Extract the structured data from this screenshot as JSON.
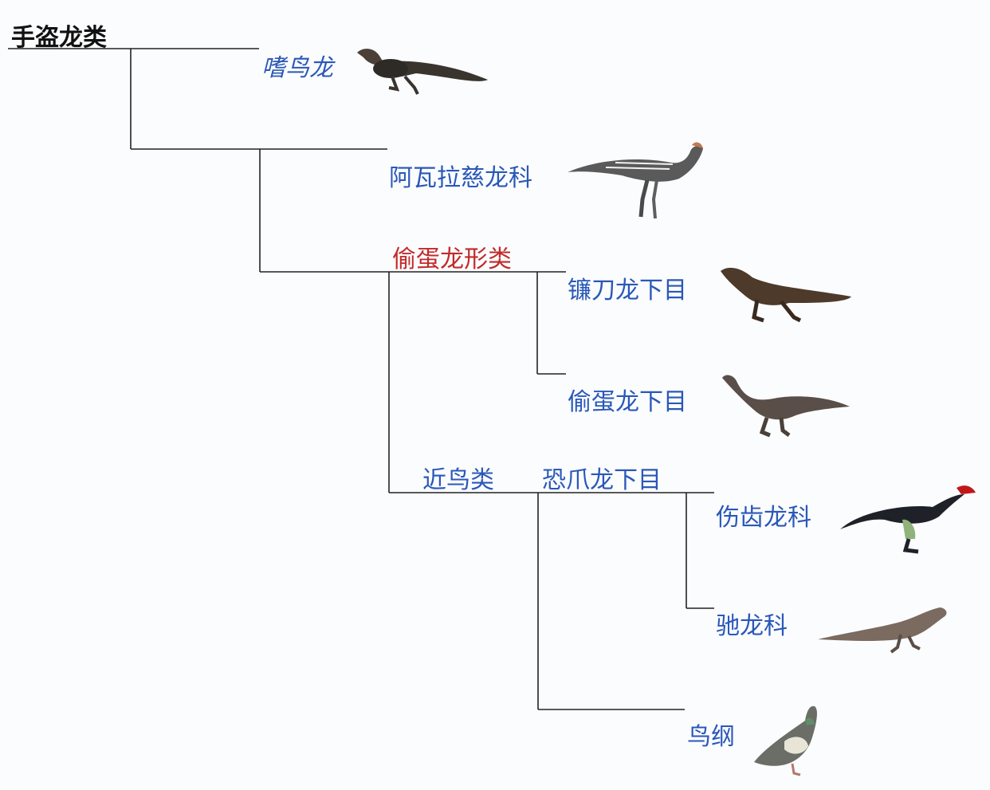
{
  "root": {
    "label": "手盗龙类"
  },
  "taxa": {
    "shiniaolong": "嗜鸟龙",
    "alvarezsauridae": "阿瓦拉慈龙科",
    "oviraptorosauria": "偷蛋龙形类",
    "therizinosauria": "镰刀龙下目",
    "oviraptoridae": "偷蛋龙下目",
    "paraves": "近鸟类",
    "deinonychosauria": "恐爪龙下目",
    "troodontidae": "伤齿龙科",
    "dromaeosauridae": "驰龙科",
    "aves": "鸟纲"
  },
  "colors": {
    "line": "#222222",
    "label_blue": "#2a58b8",
    "label_red": "#c22a2a",
    "label_black": "#111111"
  },
  "icons": [
    "ornitholestes-icon",
    "alvarezsaur-icon",
    "therizinosaur-icon",
    "oviraptor-icon",
    "troodon-icon",
    "dromaeosaur-icon",
    "pigeon-icon"
  ]
}
